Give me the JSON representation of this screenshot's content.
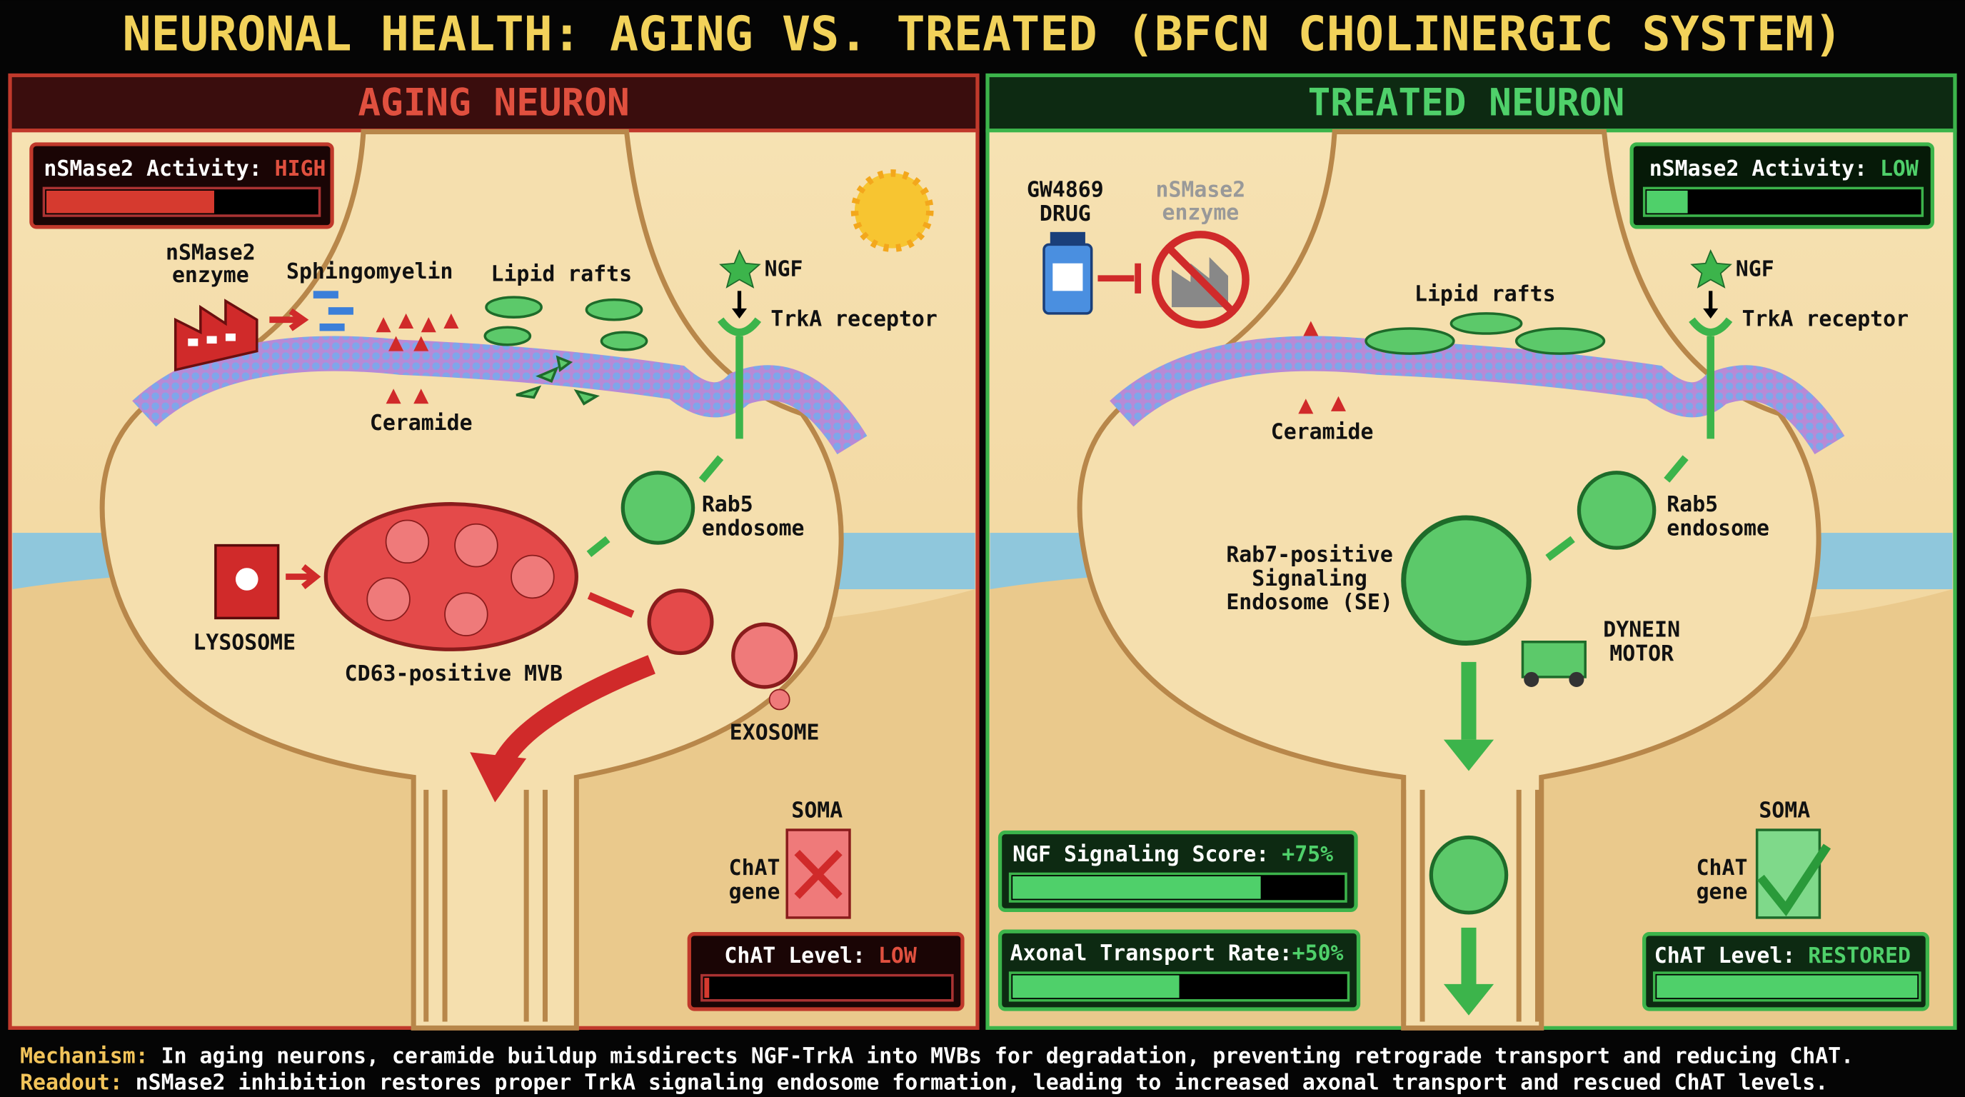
{
  "title": "NEURONAL HEALTH: AGING VS. TREATED (BFCN CHOLINERGIC SYSTEM)",
  "colors": {
    "title": "#f2d25a",
    "aging": "#e0503f",
    "treated": "#4fd06a",
    "sand": "#f1d7a0",
    "membrane": "#7f9fe6"
  },
  "aging": {
    "header": "AGING NEURON",
    "activity": {
      "label": "nSMase2 Activity:",
      "value": "HIGH",
      "level": 0.62
    },
    "labels": {
      "enzyme": [
        "nSMase2",
        "enzyme"
      ],
      "sphingomyelin": "Sphingomyelin",
      "lipid_rafts": "Lipid rafts",
      "ngf": "NGF",
      "trka": "TrkA receptor",
      "ceramide": "Ceramide",
      "rab5": [
        "Rab5",
        "endosome"
      ],
      "lysosome": "LYSOSOME",
      "mvb": "CD63-positive MVB",
      "exosome": "EXOSOME",
      "soma": "SOMA",
      "chat_gene": [
        "ChAT",
        "gene"
      ]
    },
    "chat": {
      "label": "ChAT Level:",
      "value": "LOW",
      "level": 0.02
    }
  },
  "treated": {
    "header": "TREATED NEURON",
    "activity": {
      "label": "nSMase2 Activity:",
      "value": "LOW",
      "level": 0.15
    },
    "labels": {
      "drug": [
        "GW4869",
        "DRUG"
      ],
      "enzyme": [
        "nSMase2",
        "enzyme"
      ],
      "lipid_rafts": "Lipid rafts",
      "ngf": "NGF",
      "trka": "TrkA receptor",
      "ceramide": "Ceramide",
      "rab5": [
        "Rab5",
        "endosome"
      ],
      "rab7": [
        "Rab7-positive",
        "Signaling",
        "Endosome (SE)"
      ],
      "dynein": [
        "DYNEIN",
        "MOTOR"
      ],
      "soma": "SOMA",
      "chat_gene": [
        "ChAT",
        "gene"
      ]
    },
    "ngf_score": {
      "label": "NGF Signaling Score:",
      "value": "+75%",
      "level": 0.75
    },
    "axonal": {
      "label": "Axonal Transport Rate:",
      "value": "+50%",
      "level": 0.5
    },
    "chat": {
      "label": "ChAT Level:",
      "value": "RESTORED",
      "level": 1.0
    }
  },
  "footer": {
    "mechanism_label": "Mechanism:",
    "mechanism": "In aging neurons, ceramide buildup misdirects NGF-TrkA into MVBs for degradation, preventing retrograde transport and reducing ChAT.",
    "readout_label": "Readout:",
    "readout": "nSMase2 inhibition restores proper TrkA signaling endosome formation, leading to increased axonal transport and rescued ChAT levels."
  }
}
